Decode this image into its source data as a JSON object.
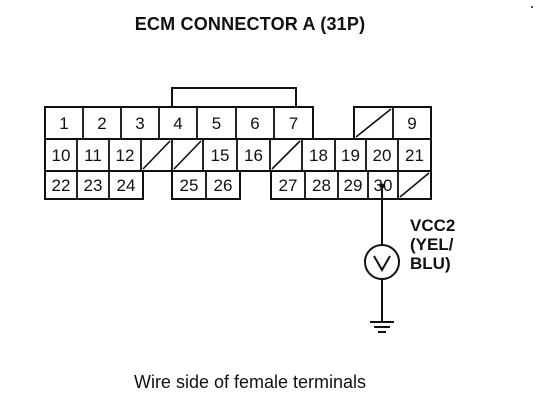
{
  "title": "ECM CONNECTOR A (31P)",
  "caption": "Wire side of female terminals",
  "connector": {
    "rows": [
      [
        "1",
        "2",
        "3",
        "4",
        "5",
        "6",
        "7",
        "",
        "/",
        "9"
      ],
      [
        "10",
        "11",
        "12",
        "/",
        "/",
        "15",
        "16",
        "/",
        "18",
        "19",
        "20",
        "21"
      ],
      [
        "22",
        "23",
        "24",
        "",
        "25",
        "26",
        "",
        "27",
        "28",
        "29",
        "30",
        "/"
      ]
    ]
  },
  "probe": {
    "terminal": "30",
    "meter_symbol": "V",
    "label_lines": [
      "VCC2",
      "(YEL/",
      "BLU)"
    ]
  }
}
